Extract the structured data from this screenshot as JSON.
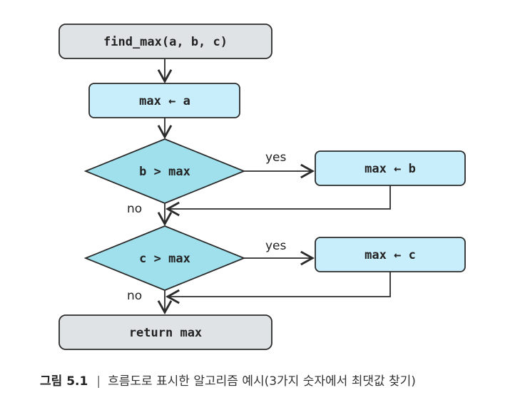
{
  "colors": {
    "terminal_fill": "#dfe3e6",
    "process_fill": "#c9eefb",
    "decision_fill": "#9fe0ec",
    "stroke": "#2b2b2b"
  },
  "nodes": {
    "start": "find_max(a, b, c)",
    "assign_a": "max ← a",
    "decision_b": "b > max",
    "assign_b": "max ← b",
    "decision_c": "c > max",
    "assign_c": "max ← c",
    "end": "return max"
  },
  "edge_labels": {
    "yes_b": "yes",
    "no_b": "no",
    "yes_c": "yes",
    "no_c": "no"
  },
  "caption": {
    "label": "그림 5.1",
    "separator": "|",
    "text": "흐름도로 표시한 알고리즘 예시(3가지 숫자에서 최댓값 찾기)"
  }
}
